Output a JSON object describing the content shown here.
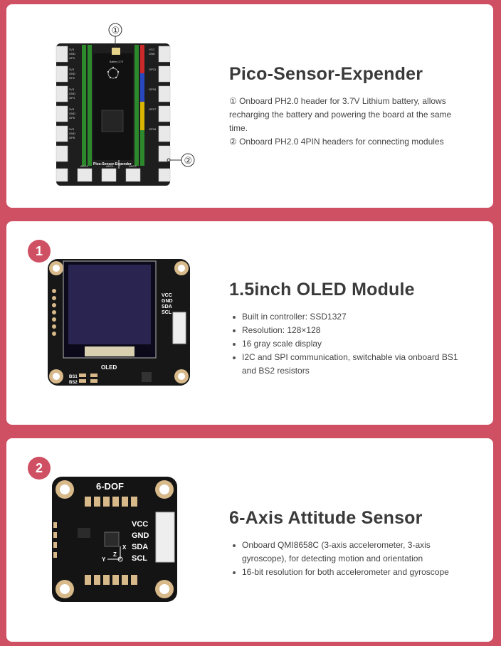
{
  "sections": [
    {
      "title": "Pico-Sensor-Expender",
      "paragraphs": [
        "① Onboard PH2.0 header for 3.7V Lithium battery, allows recharging the battery and powering the board at the same time.",
        "② Onboard PH2.0 4PIN headers for connecting modules"
      ],
      "image": {
        "board_label": "Pico-Sensor-Expender",
        "battery_label": "Battery 3.7V",
        "callout_1": "①",
        "callout_2": "②",
        "adc_labels": [
          "ADC0",
          "ADC1",
          "ADC2"
        ]
      }
    },
    {
      "badge": "1",
      "title": "1.5inch OLED Module",
      "bullets": [
        "Built in controller: SSD1327",
        "Resolution: 128×128",
        "16 gray scale display",
        "I2C and SPI communication, switchable via onboard BS1 and BS2 resistors"
      ],
      "image": {
        "pins": [
          "VCC",
          "GND",
          "SDA",
          "SCL"
        ],
        "label": "OLED",
        "bs1": "BS1",
        "bs2": "BS2"
      }
    },
    {
      "badge": "2",
      "title": "6-Axis Attitude Sensor",
      "bullets": [
        "Onboard QMI8658C (3-axis accelerometer, 3-axis gyroscope), for detecting motion and orientation",
        "16-bit resolution for both accelerometer and gyroscope"
      ],
      "image": {
        "label": "6-DOF",
        "pins": [
          "VCC",
          "GND",
          "SDA",
          "SCL"
        ],
        "axes": [
          "X",
          "Y",
          "Z"
        ]
      }
    }
  ],
  "colors": {
    "accent": "#cf4f63",
    "card": "#ffffff",
    "pcb": "#1b1b1b"
  }
}
